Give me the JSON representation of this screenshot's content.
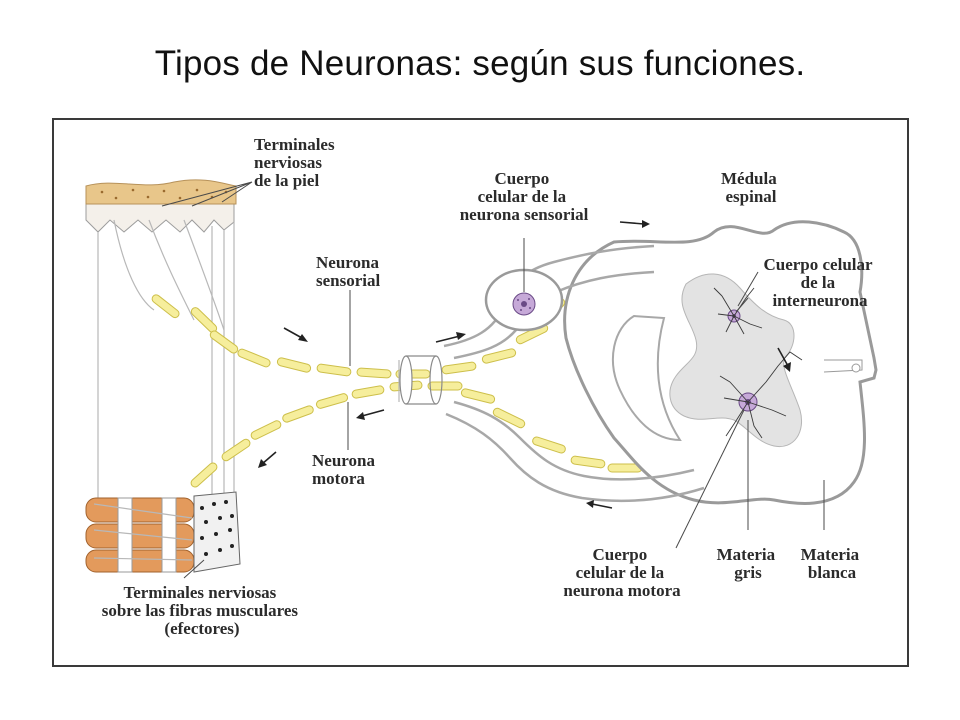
{
  "slide": {
    "title": "Tipos de Neuronas: según sus funciones."
  },
  "diagram": {
    "labels": {
      "skin_terminals": [
        "Terminales",
        "nerviosas",
        "de la piel"
      ],
      "sensory_neuron": [
        "Neurona",
        "sensorial"
      ],
      "sensory_cell_body": [
        "Cuerpo",
        "celular de la",
        "neurona sensorial"
      ],
      "spinal_cord": [
        "Médula",
        "espinal"
      ],
      "interneuron_cell_body": [
        "Cuerpo celular",
        "de la",
        "interneurona"
      ],
      "motor_neuron": [
        "Neurona",
        "motora"
      ],
      "motor_cell_body": [
        "Cuerpo",
        "celular de la",
        "neurona motora"
      ],
      "grey_matter": [
        "Materia",
        "gris"
      ],
      "white_matter": [
        "Materia",
        "blanca"
      ],
      "muscle_terminals": [
        "Terminales nerviosas",
        "sobre las fibras musculares",
        "(efectores)"
      ]
    },
    "colors": {
      "axon": "#f6ee9c",
      "soma": "#c6a9d8",
      "skin": "#e8c68a",
      "muscle": "#e39a5c",
      "grey_matter": "#e3e3e3"
    }
  }
}
